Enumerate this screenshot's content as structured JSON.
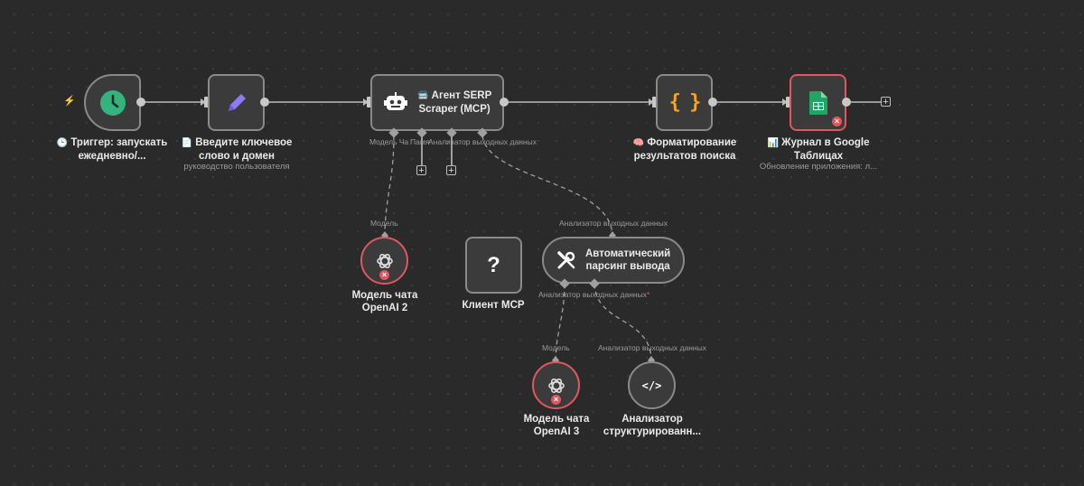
{
  "nodes": {
    "trigger": {
      "emoji": "🕒",
      "title_l1": "Триггер: запускать",
      "title_l2": "ежедневно/...",
      "icon": "clock-icon"
    },
    "input": {
      "emoji": "📄",
      "title_l1": "Введите ключевое",
      "title_l2": "слово и домен",
      "subtitle": "руководство пользователя",
      "icon": "pencil-icon"
    },
    "agent": {
      "emoji": "🚍",
      "title_l1": "Агент SERP",
      "title_l2": "Scraper (MCP)",
      "icon": "robot-icon",
      "ports": {
        "model": "Модель Ча",
        "memory": "Памя",
        "parser": "Анализатор выходных данных"
      }
    },
    "format": {
      "emoji": "🧠",
      "title_l1": "Форматирование",
      "title_l2": "результатов поиска",
      "icon": "braces-icon",
      "glyph": "{ }"
    },
    "sheets": {
      "emoji": "📊",
      "title_l1": "Журнал в Google",
      "title_l2": "Таблицах",
      "subtitle": "Обновление приложения: л...",
      "icon": "google-sheets-icon",
      "status": "error"
    },
    "openai2": {
      "title_l1": "Модель чата",
      "title_l2": "OpenAI 2",
      "icon": "openai-icon",
      "top_label": "Модель",
      "status": "error"
    },
    "mcp": {
      "title": "Клиент MCP",
      "icon": "question-icon",
      "glyph": "?"
    },
    "autoparse": {
      "title_l1": "Автоматический",
      "title_l2": "парсинг вывода",
      "icon": "tools-icon",
      "top_label": "Анализатор выходных данных",
      "bottom_label": "Анализатор выходных данных",
      "required_mark": "*"
    },
    "openai3": {
      "title_l1": "Модель чата",
      "title_l2": "OpenAI 3",
      "icon": "openai-icon",
      "top_label": "Модель",
      "status": "error"
    },
    "structured": {
      "title_l1": "Анализатор",
      "title_l2": "структурированн...",
      "icon": "code-icon",
      "glyph": "</>",
      "top_label": "Анализатор выходных данных"
    }
  },
  "symbols": {
    "plus": "+",
    "error": "×",
    "bolt": "⚡"
  },
  "colors": {
    "accent_green": "#35b37e",
    "pencil": "#8b7cf6",
    "braces": "#f5a623",
    "error": "#e0575f",
    "sheets": "#21a464"
  }
}
